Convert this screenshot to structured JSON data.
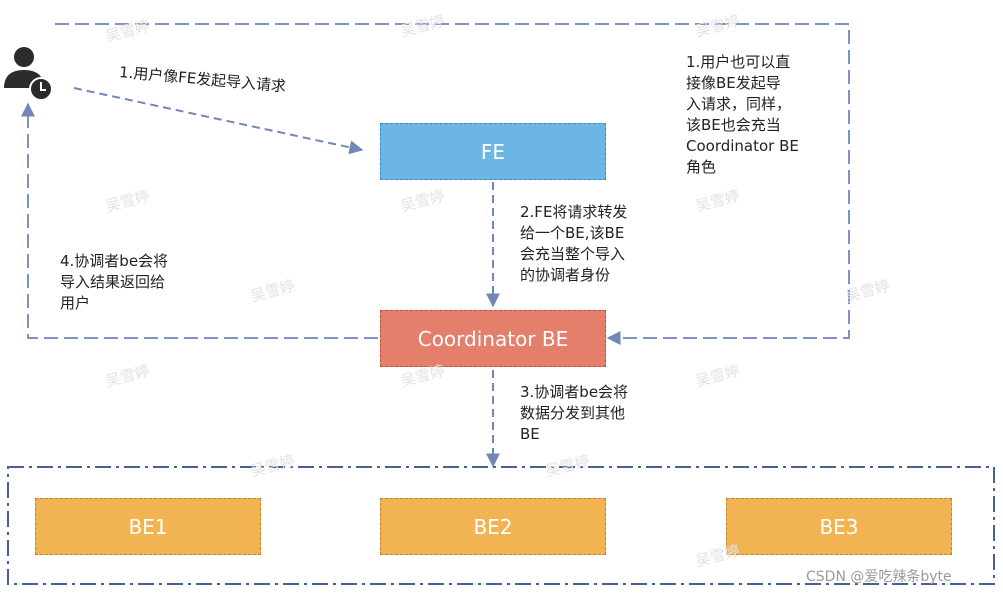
{
  "nodes": {
    "fe": "FE",
    "coordinator": "Coordinator BE",
    "be1": "BE1",
    "be2": "BE2",
    "be3": "BE3"
  },
  "notes": {
    "step1": "1.用户像FE发起导入请求",
    "step1b": "1.用户也可以直\n接像BE发起导\n入请求，同样，\n该BE也会充当\nCoordinator BE\n角色",
    "step2": "2.FE将请求转发\n给一个BE,该BE\n会充当整个导入\n的协调者身份",
    "step3": "3.协调者be会将\n数据分发到其他\nBE",
    "step4": "4.协调者be会将\n导入结果返回给\n用户"
  },
  "watermark_text": "吴雪婷",
  "footer": "CSDN @爱吃辣条byte",
  "icons": {
    "user": "user-clock-icon"
  },
  "colors": {
    "fe_fill": "#6cb6e4",
    "coordinator_fill": "#e47f6b",
    "be_fill": "#f2b453",
    "arrow": "#7287b8",
    "group_border": "#4a5f96"
  }
}
